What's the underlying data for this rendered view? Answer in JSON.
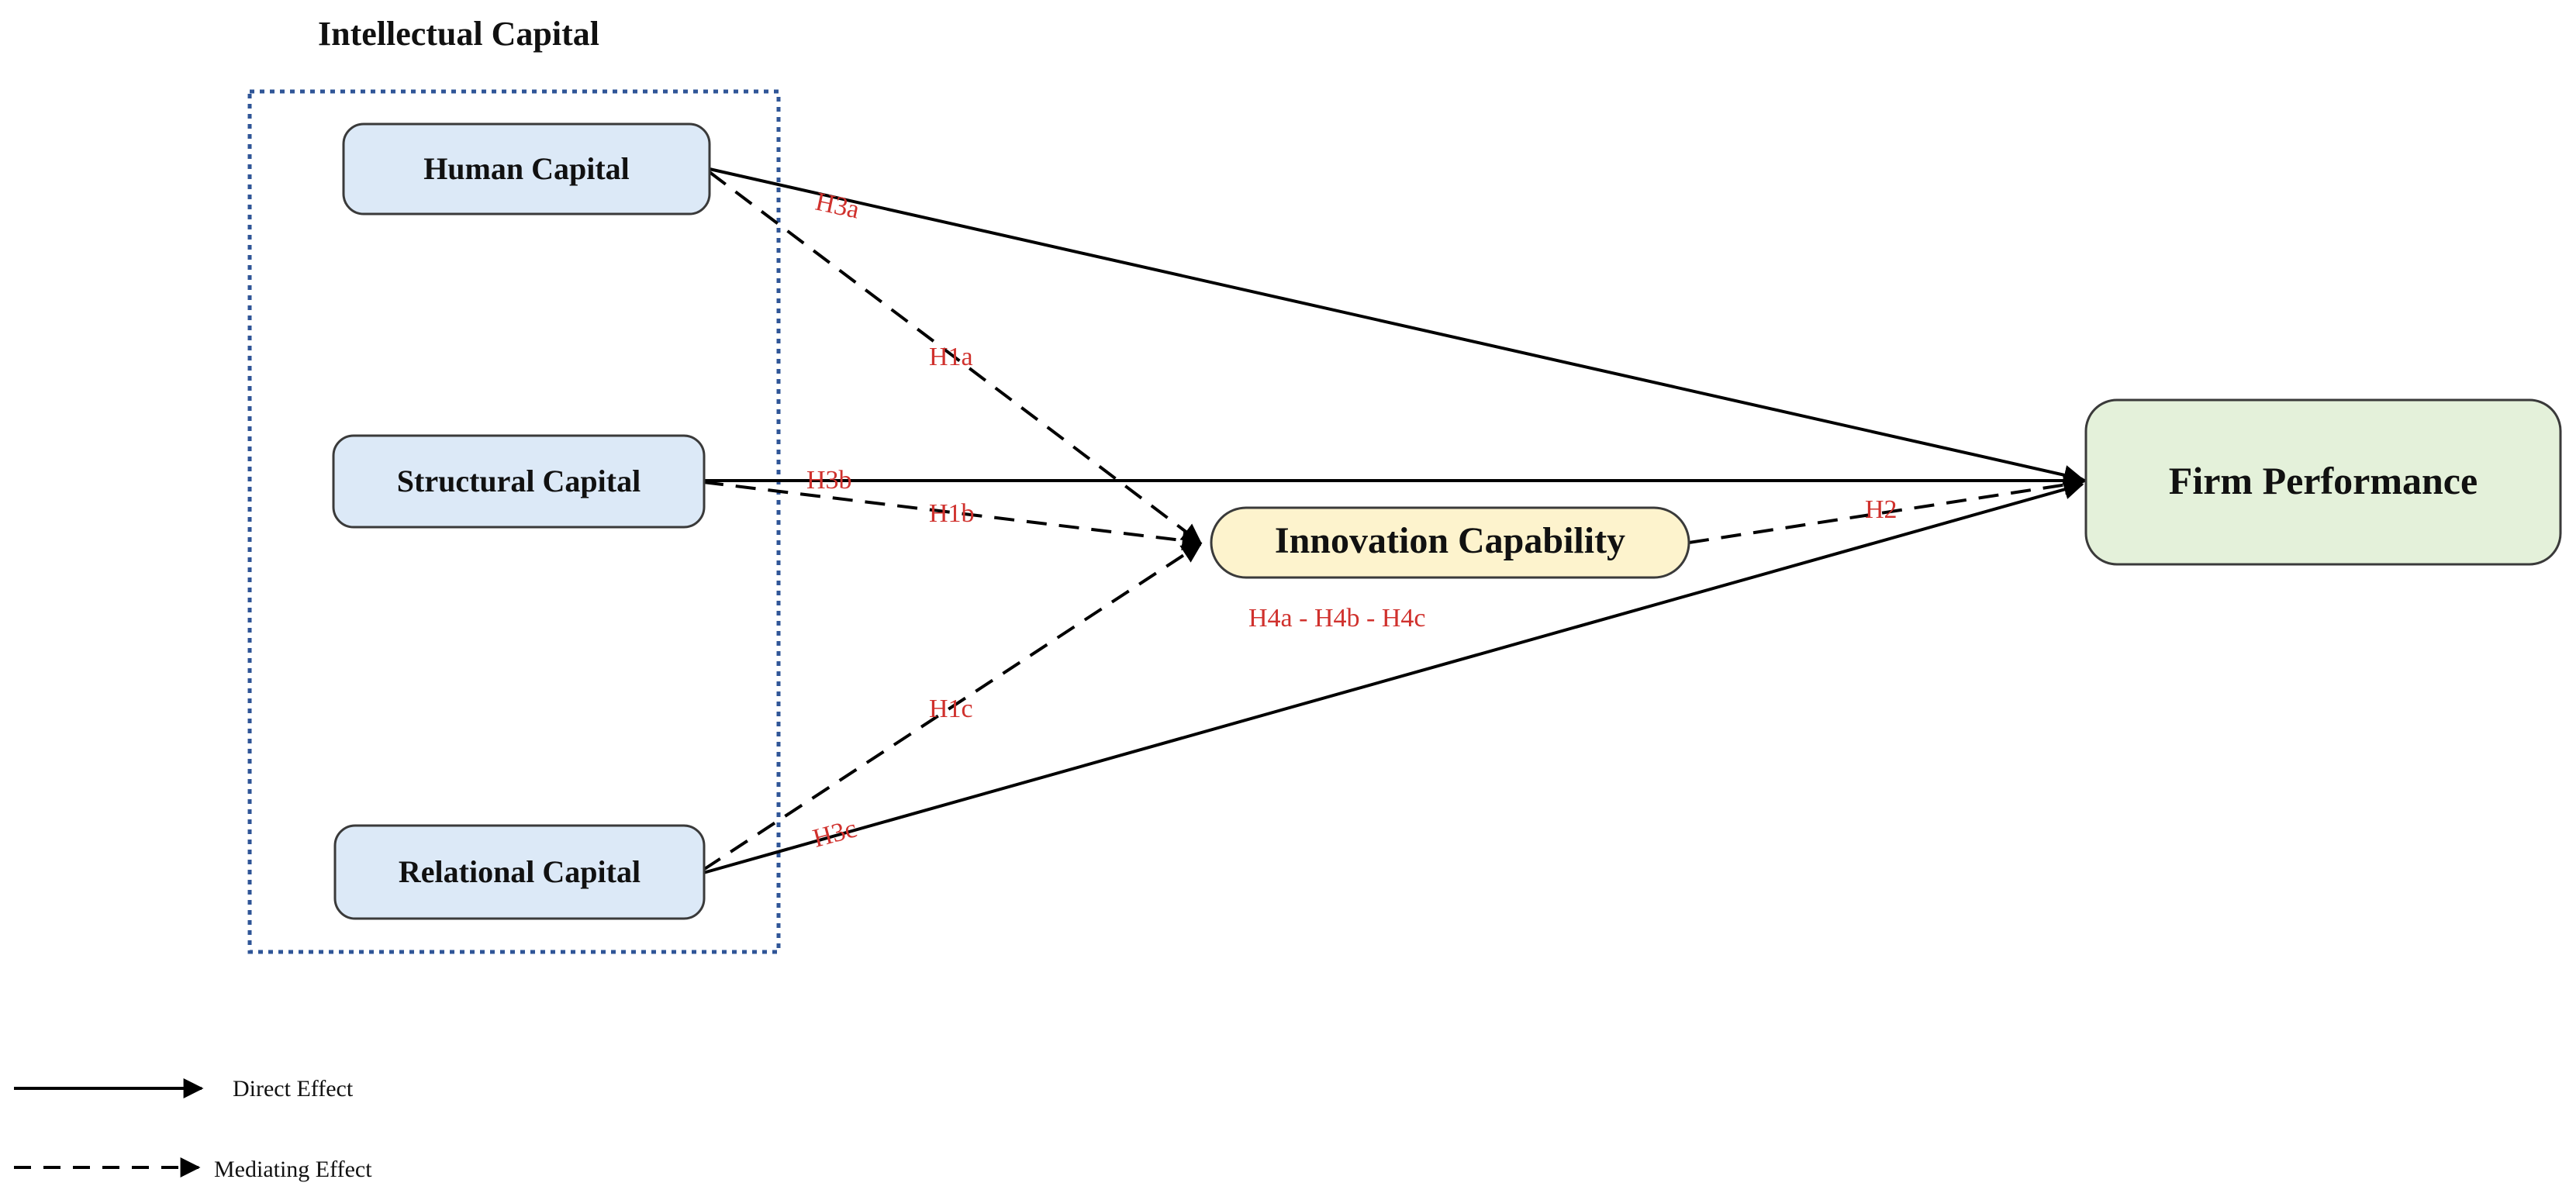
{
  "group": {
    "title": "Intellectual Capital"
  },
  "nodes": {
    "human_capital": "Human Capital",
    "structural_capital": "Structural Capital",
    "relational_capital": "Relational Capital",
    "innovation_capability": "Innovation Capability",
    "firm_performance": "Firm Performance"
  },
  "edges": {
    "h1a": "H1a",
    "h1b": "H1b",
    "h1c": "H1c",
    "h2": "H2",
    "h3a": "H3a",
    "h3b": "H3b",
    "h3c": "H3c",
    "h4": "H4a - H4b - H4c"
  },
  "legend": {
    "direct": "Direct Effect",
    "mediating": "Mediating Effect"
  },
  "colors": {
    "capital_fill": "#dce9f7",
    "innovation_fill": "#fdf3cd",
    "performance_fill": "#e4f1da",
    "label_red": "#d0312d",
    "group_border": "#2f5597"
  }
}
